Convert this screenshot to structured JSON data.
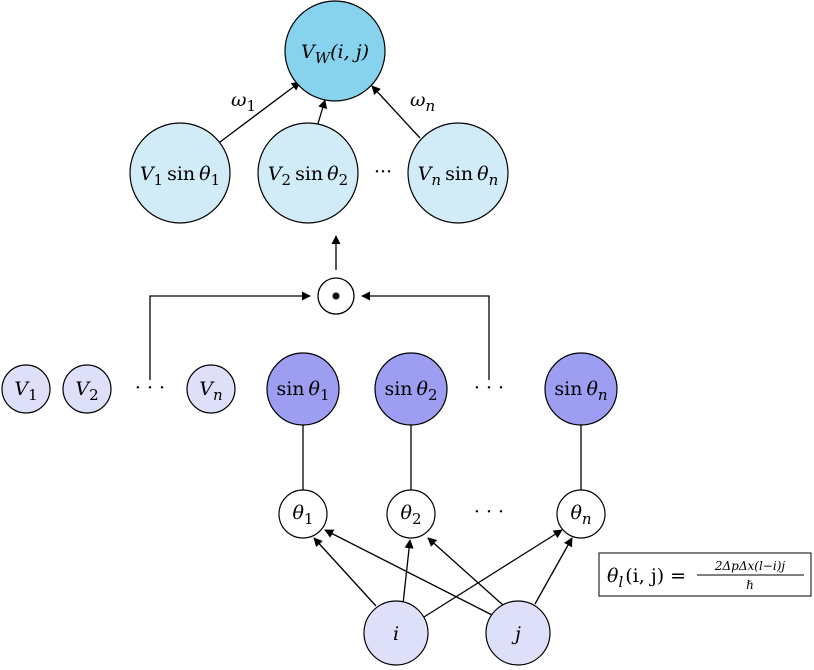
{
  "colors": {
    "output": "#87d3ee",
    "product": "#d2ecf7",
    "v_input": "#dedff9",
    "sin_node": "#9d9df2",
    "theta_node": "#ffffff",
    "index_node": "#dedff9",
    "stroke": "#000000"
  },
  "output_node": {
    "main": "V",
    "sub": "W",
    "args": "(i, j)"
  },
  "weights": {
    "first": {
      "main": "ω",
      "sub": "1"
    },
    "last": {
      "main": "ω",
      "sub": "n"
    }
  },
  "product_nodes": [
    {
      "v": "V",
      "vsub": "1",
      "fn": "sin",
      "th": "θ",
      "thsub": "1"
    },
    {
      "v": "V",
      "vsub": "2",
      "fn": "sin",
      "th": "θ",
      "thsub": "2"
    },
    {
      "v": "V",
      "vsub": "n",
      "fn": "sin",
      "th": "θ",
      "thsub": "n"
    }
  ],
  "dots_mid": "···",
  "dots_spaced": "· · ·",
  "operator": {
    "symbol": "⊙"
  },
  "v_inputs": [
    {
      "main": "V",
      "sub": "1"
    },
    {
      "main": "V",
      "sub": "2"
    },
    {
      "main": "V",
      "sub": "n"
    }
  ],
  "sin_nodes": [
    {
      "fn": "sin",
      "th": "θ",
      "sub": "1"
    },
    {
      "fn": "sin",
      "th": "θ",
      "sub": "2"
    },
    {
      "fn": "sin",
      "th": "θ",
      "sub": "n"
    }
  ],
  "theta_nodes": [
    {
      "main": "θ",
      "sub": "1"
    },
    {
      "main": "θ",
      "sub": "2"
    },
    {
      "main": "θ",
      "sub": "n"
    }
  ],
  "index_nodes": [
    {
      "main": "i"
    },
    {
      "main": "j"
    }
  ],
  "formula": {
    "lhs_main": "θ",
    "lhs_sub": "l",
    "lhs_args": "(i, j) =",
    "numerator": "2ΔpΔx(l−i)j",
    "denominator": "ℏ"
  }
}
